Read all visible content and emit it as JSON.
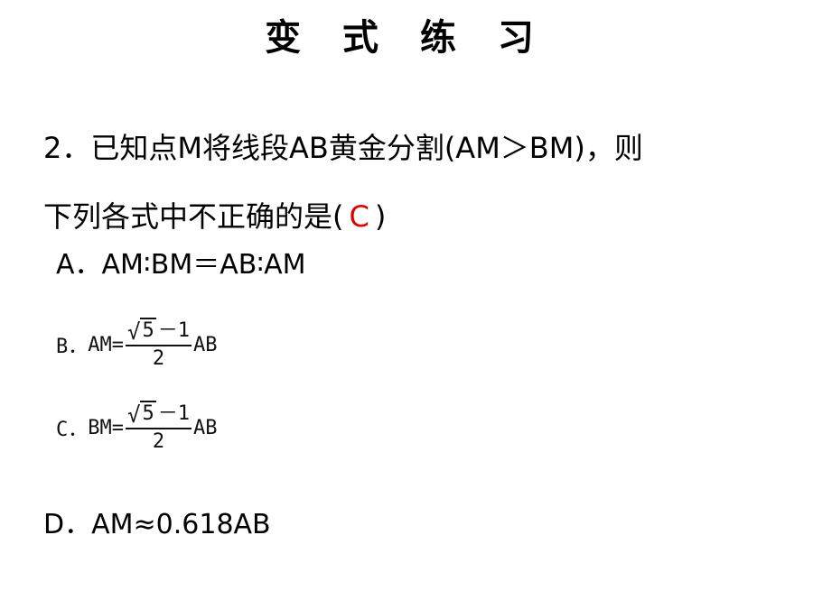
{
  "title": "变 式 练 习",
  "question": {
    "line1": "2．已知点M将线段AB黄金分割(AM＞BM)，则",
    "line2_prefix": "下列各式中不正确的是(",
    "answer": "C",
    "line2_suffix": ")"
  },
  "options": {
    "a": "A．AM∶BM＝AB∶AM",
    "b": {
      "label": "B．",
      "lhs": "AM=",
      "sqrt_symbol": "√",
      "radicand": "5",
      "num_rest": "－1",
      "den": "2",
      "rhs": "AB"
    },
    "c": {
      "label": "C．",
      "lhs": "BM=",
      "sqrt_symbol": "√",
      "radicand": "5",
      "num_rest": "－1",
      "den": "2",
      "rhs": "AB"
    },
    "d": "D．AM≈0.618AB"
  },
  "colors": {
    "answer": "#e00000",
    "text": "#000000"
  }
}
